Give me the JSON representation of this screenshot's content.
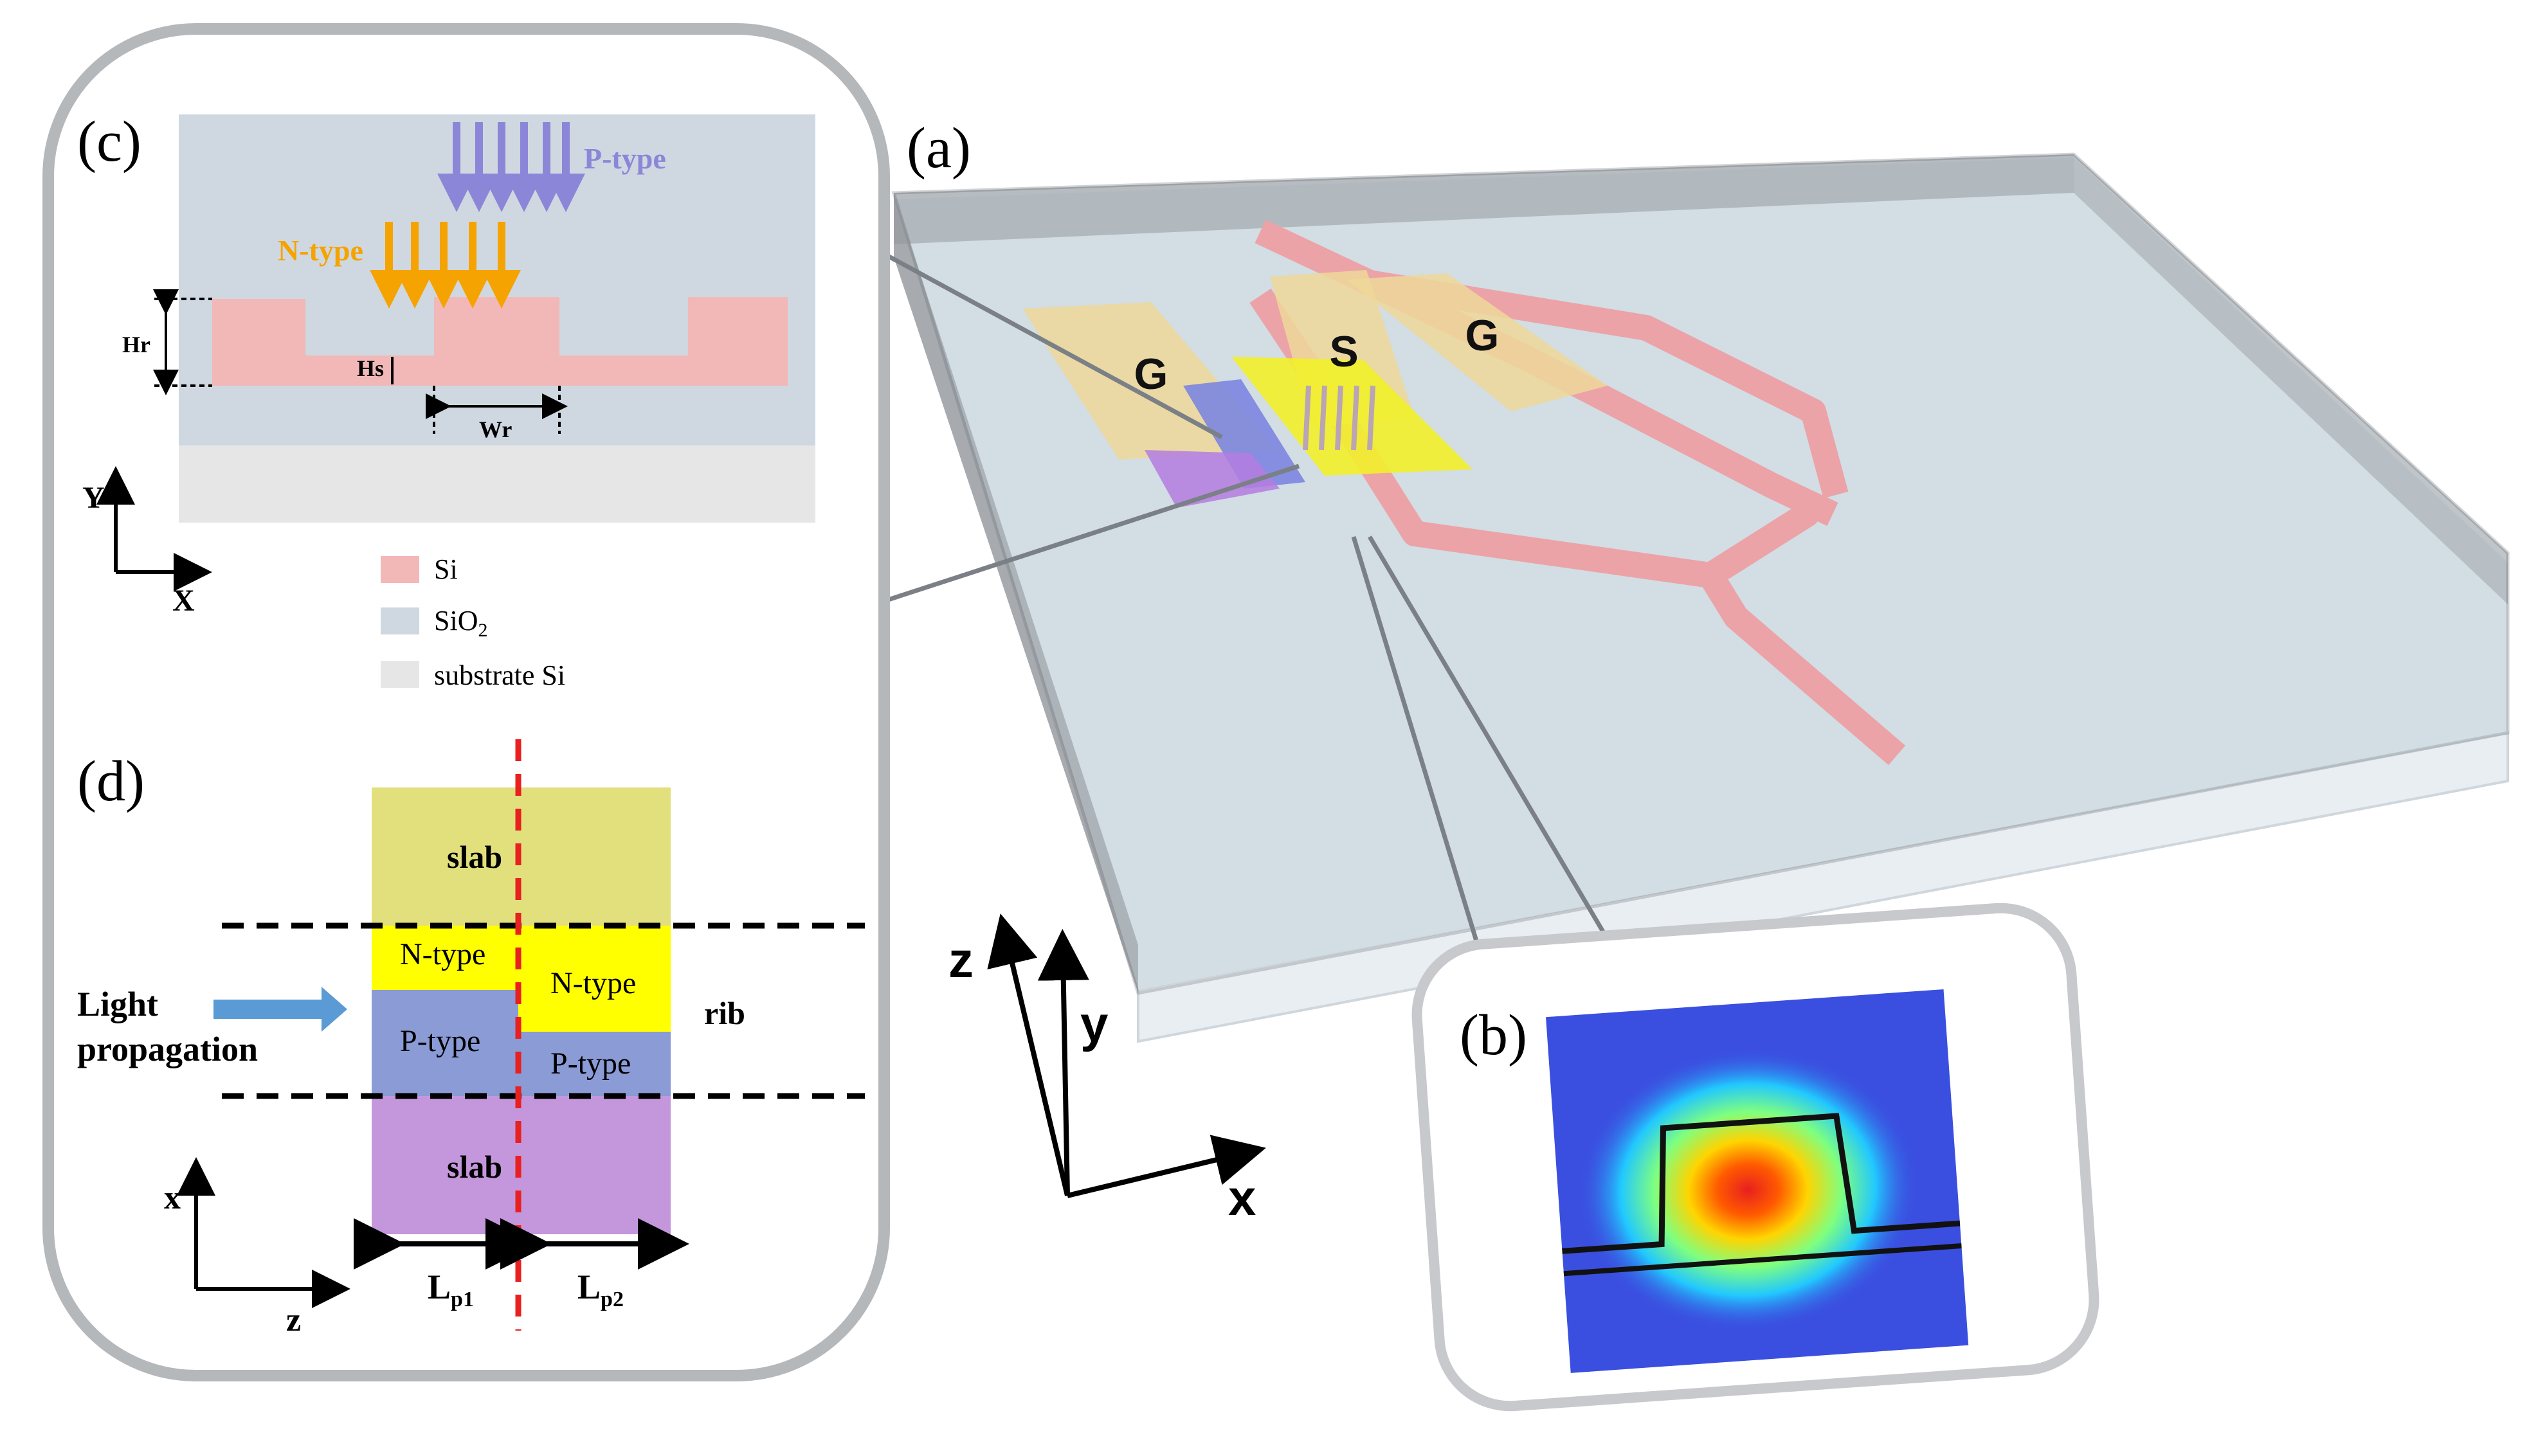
{
  "panels": {
    "a": "(a)",
    "b": "(b)",
    "c": "(c)",
    "d": "(d)"
  },
  "device": {
    "electrode_g1": "G",
    "electrode_s": "S",
    "electrode_g2": "G",
    "axis_z": "z",
    "axis_y": "y",
    "axis_x": "x"
  },
  "cross_section": {
    "p_type": "P-type",
    "n_type": "N-type",
    "hr": "Hr",
    "hs": "Hs",
    "wr": "Wr",
    "axis_y": "Y",
    "axis_x": "X",
    "legend": {
      "si": "Si",
      "sio2_main": "SiO",
      "sio2_sub": "2",
      "substrate": "substrate Si"
    }
  },
  "doping_view": {
    "slab_top": "slab",
    "slab_bottom": "slab",
    "n_type_left": "N-type",
    "n_type_right": "N-type",
    "p_type_left": "P-type",
    "p_type_right": "P-type",
    "rib": "rib",
    "light_line1": "Light",
    "light_line2": "propagation",
    "lp1_main": "L",
    "lp1_sub": "p1",
    "lp2_main": "L",
    "lp2_sub": "p2",
    "axis_x": "x",
    "axis_z": "z"
  },
  "colors": {
    "si": "#f2b8b8",
    "sio2": "#cfd8e0",
    "substrate": "#e6e6e6",
    "p_arrow": "#8c86d8",
    "n_arrow": "#f5a300",
    "slab_top": "#e2e07c",
    "n_region": "#ffff00",
    "p_region": "#8a9bd6",
    "slab_bottom": "#c497dc",
    "cut_line": "#e8201f",
    "light_arrow": "#5b9bd5"
  }
}
